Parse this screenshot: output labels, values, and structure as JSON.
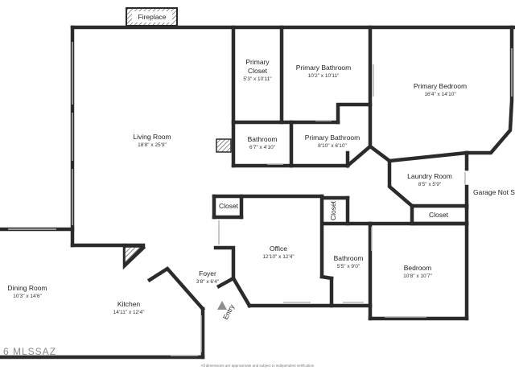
{
  "rooms": {
    "fireplace": {
      "name": "Fireplace"
    },
    "primary_closet": {
      "name_line1": "Primary",
      "name_line2": "Closet",
      "dims": "5'3\" x 10'11\""
    },
    "primary_bathroom_main": {
      "name": "Primary Bathroom",
      "dims": "10'2\" x 10'11\""
    },
    "primary_bedroom": {
      "name": "Primary Bedroom",
      "dims": "16'4\" x 14'10\""
    },
    "living_room": {
      "name": "Living Room",
      "dims": "18'8\" x 25'9\""
    },
    "bathroom_small": {
      "name": "Bathroom",
      "dims": "6'7\" x 4'10\""
    },
    "primary_bathroom_secondary": {
      "name": "Primary Bathroom",
      "dims": "8'10\" x 6'10\""
    },
    "laundry_room": {
      "name": "Laundry Room",
      "dims": "8'5\" x 5'9\""
    },
    "closet_left": {
      "name": "Closet"
    },
    "closet_middle": {
      "name": "Closet"
    },
    "closet_right": {
      "name": "Closet"
    },
    "office": {
      "name": "Office",
      "dims": "12'10\" x 12'4\""
    },
    "bathroom_lower": {
      "name": "Bathroom",
      "dims": "5'5\" x 9'0\""
    },
    "bedroom": {
      "name": "Bedroom",
      "dims": "10'8\" x 10'7\""
    },
    "foyer": {
      "name": "Foyer",
      "dims": "3'8\" x 6'4\""
    },
    "kitchen": {
      "name": "Kitchen",
      "dims": "14'11\" x 12'4\""
    },
    "dining_room": {
      "name": "Dining Room",
      "dims": "10'3\" x 14'6\""
    }
  },
  "labels": {
    "garage": "Garage Not S",
    "entry": "Entry",
    "watermark": "6 MLSSAZ",
    "disclaimer": "All dimensions are approximate and subject to independent verification"
  },
  "colors": {
    "wall": "#2b2b2b",
    "window": "#b9b9b9",
    "hatch": "#444444"
  }
}
